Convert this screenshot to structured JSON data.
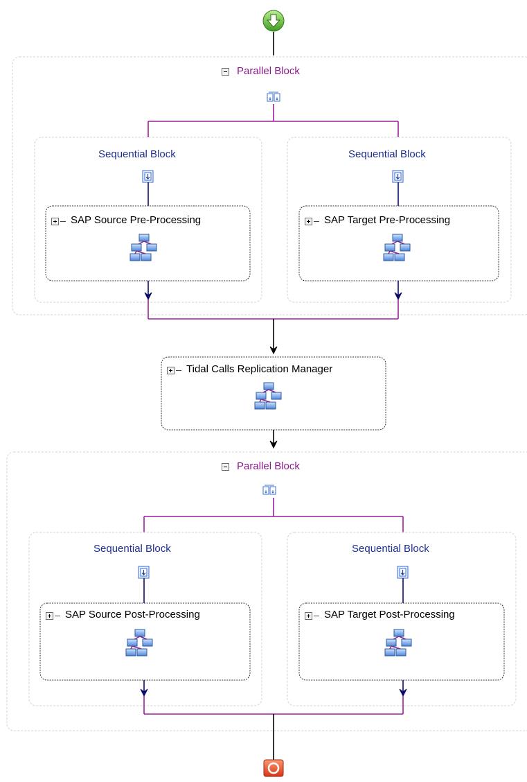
{
  "workflow": {
    "start": {
      "icon": "start-down-arrow-icon"
    },
    "end": {
      "icon": "stop-icon"
    },
    "parallel_blocks": [
      {
        "label": "Parallel Block",
        "branches": [
          {
            "label": "Sequential Block",
            "activity": "SAP Source Pre-Processing"
          },
          {
            "label": "Sequential Block",
            "activity": "SAP Target Pre-Processing"
          }
        ]
      },
      {
        "label": "Parallel Block",
        "branches": [
          {
            "label": "Sequential Block",
            "activity": "SAP Source Post-Processing"
          },
          {
            "label": "Sequential Block",
            "activity": "SAP Target Post-Processing"
          }
        ]
      }
    ],
    "middle_activity": "Tidal Calls Replication Manager"
  },
  "colors": {
    "connector_purple": "#9b1f9b",
    "connector_black": "#000000",
    "arrow_navy": "#0b0b6b",
    "sequential_label": "#1f2f8f",
    "parallel_label": "#8a1a8a",
    "start_green": "#5fb33a",
    "end_red": "#e8492a"
  }
}
